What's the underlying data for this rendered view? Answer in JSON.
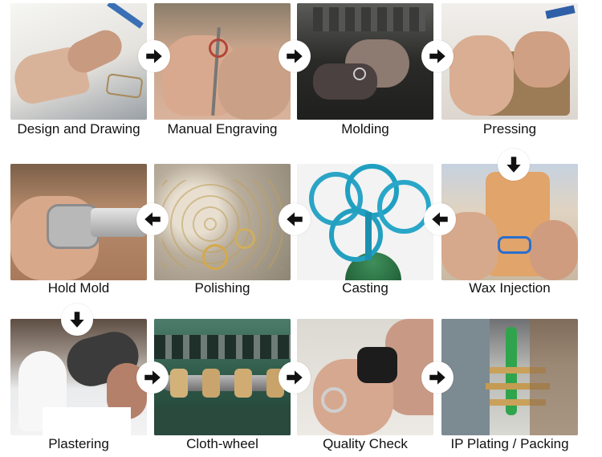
{
  "steps": [
    {
      "label": "Design and Drawing"
    },
    {
      "label": "Manual Engraving"
    },
    {
      "label": "Molding"
    },
    {
      "label": "Pressing"
    },
    {
      "label": "Hold Mold"
    },
    {
      "label": "Polishing"
    },
    {
      "label": "Casting"
    },
    {
      "label": "Wax Injection"
    },
    {
      "label": "Plastering"
    },
    {
      "label": "Cloth-wheel"
    },
    {
      "label": "Quality Check"
    },
    {
      "label": "IP Plating / Packing"
    }
  ],
  "icons": {
    "arrow_right": "arrow-right-icon",
    "arrow_left": "arrow-left-icon",
    "arrow_down": "arrow-down-icon"
  },
  "colors": {
    "arrow": "#111111",
    "badge": "#ffffff",
    "caption": "#111111"
  }
}
